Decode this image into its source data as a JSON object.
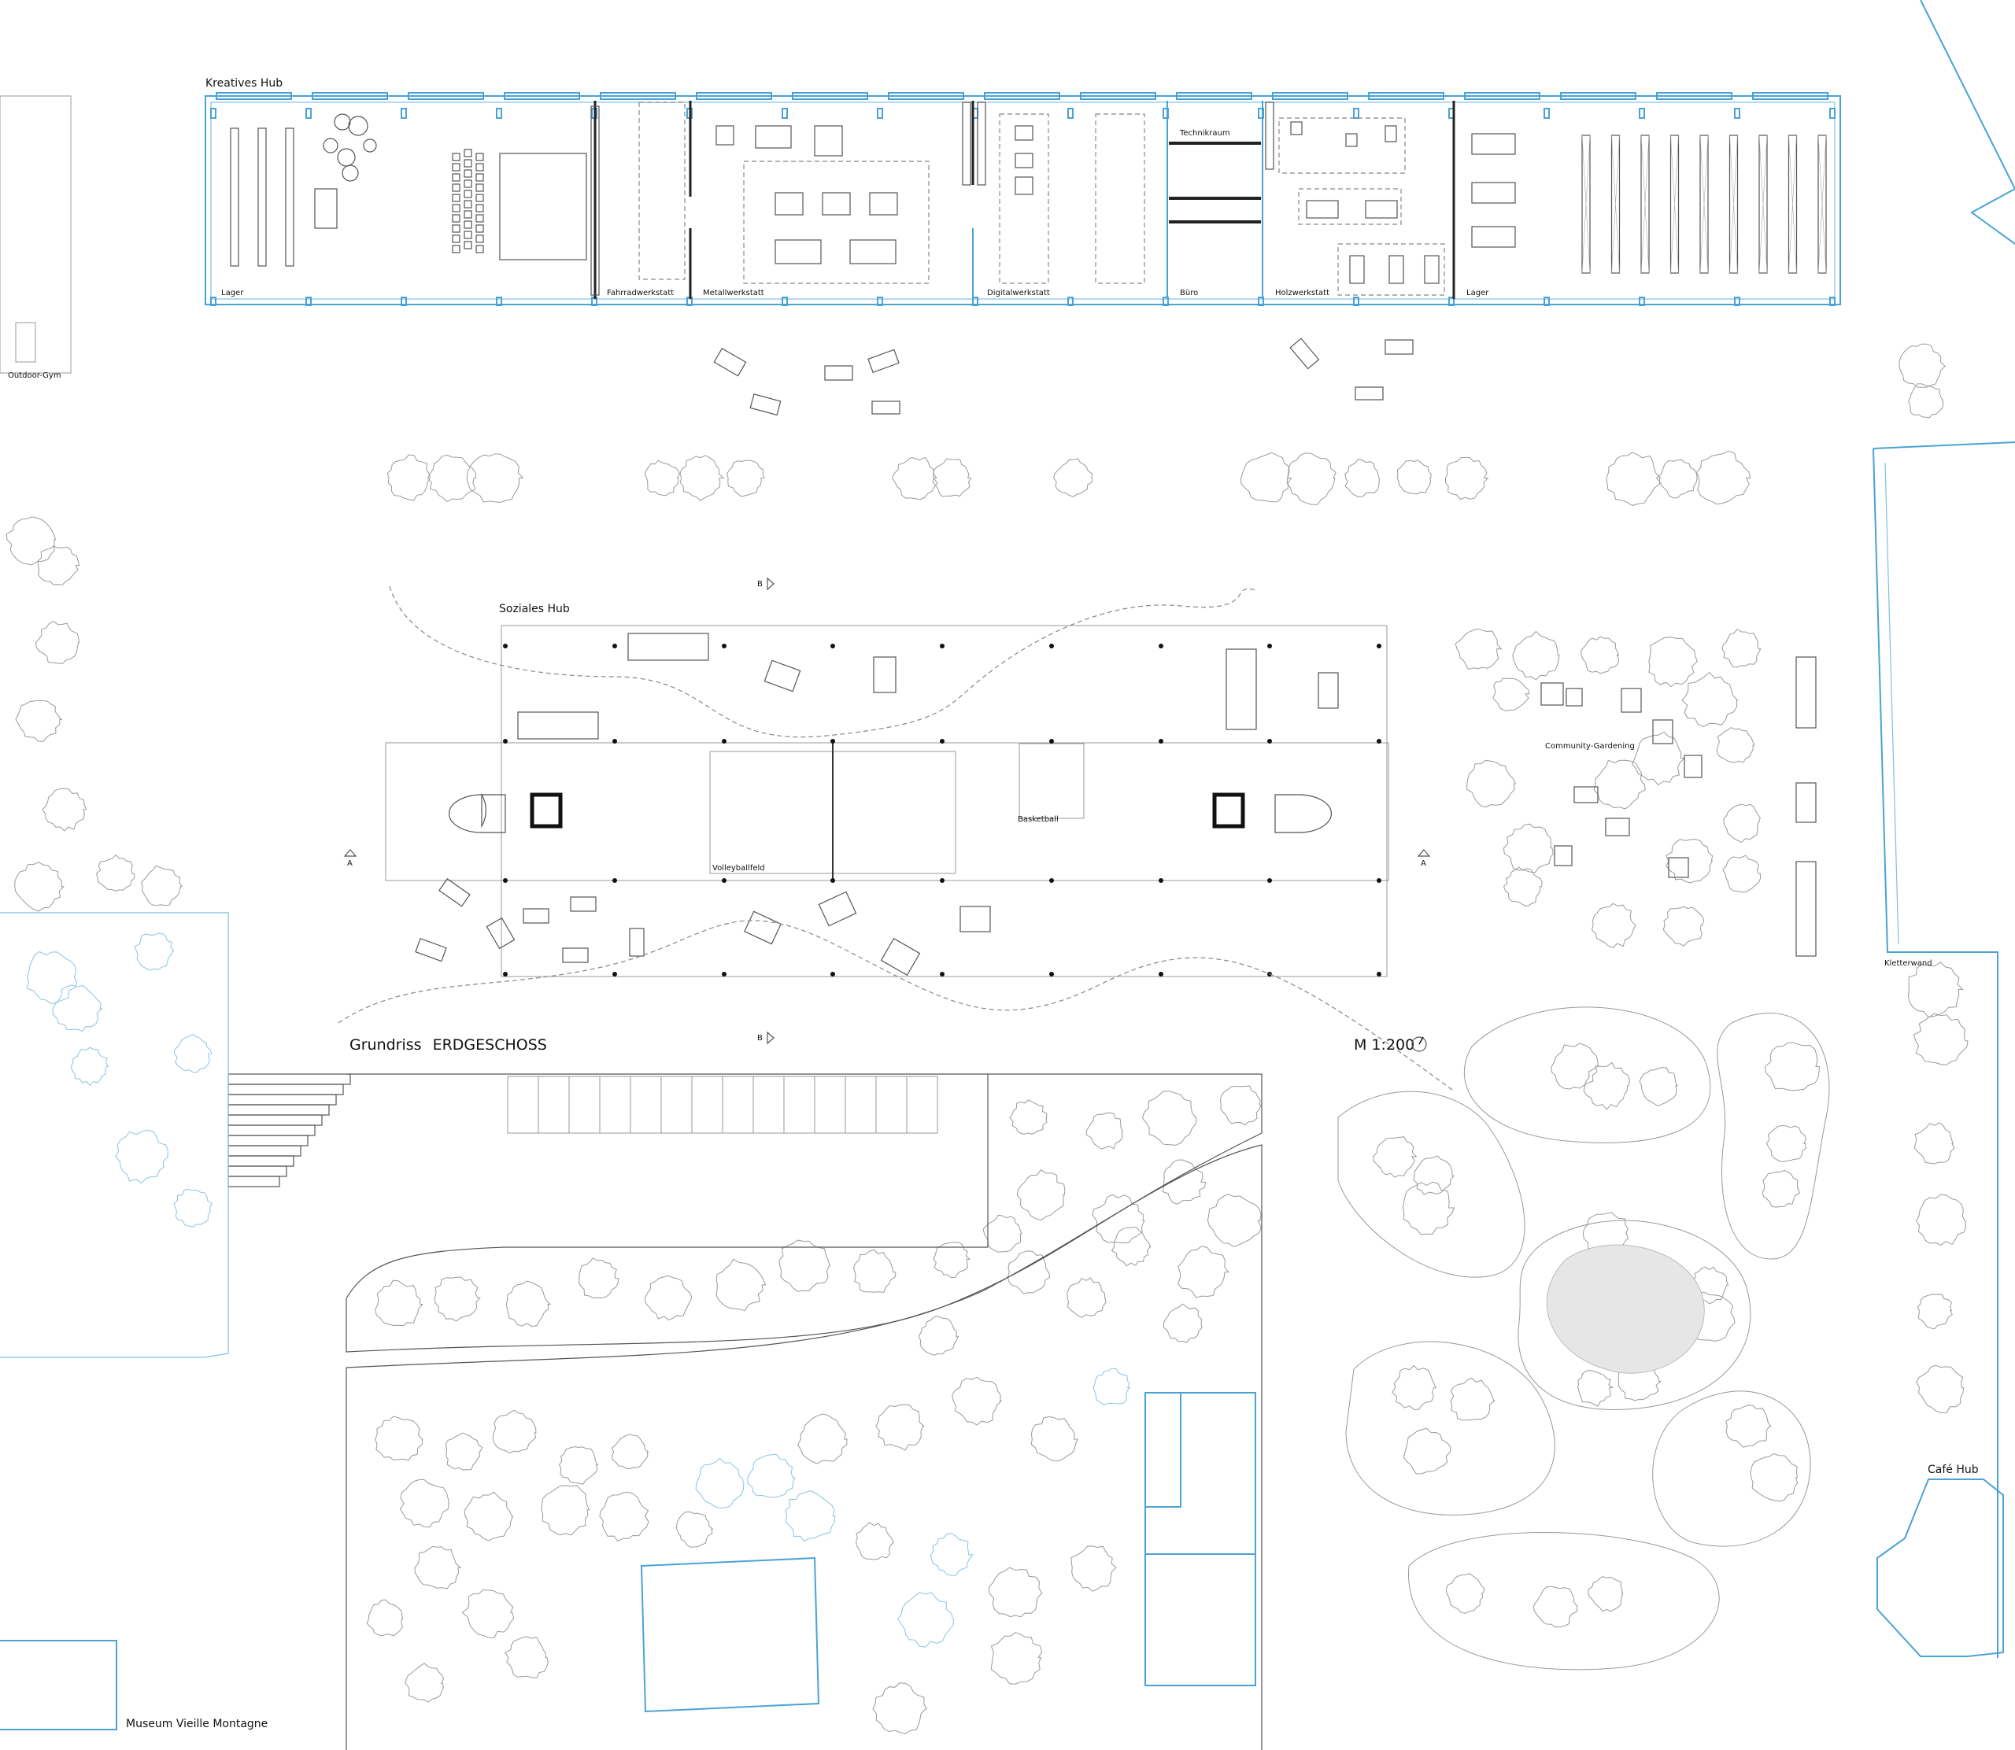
{
  "title": {
    "plan": "Grundriss",
    "level": "ERDGESCHOSS",
    "scale": "M 1:200"
  },
  "kreatives_hub": {
    "name": "Kreatives Hub",
    "rooms": [
      "Lager",
      "Fahrradwerkstatt",
      "Metallwerkstatt",
      "Digitalwerkstatt",
      "Büro",
      "Technikraum",
      "Holzwerkstatt",
      "Lager"
    ]
  },
  "soziales_hub": {
    "name": "Soziales Hub",
    "volleyball": "Volleyballfeld",
    "basketball": "Basketball"
  },
  "outdoor": {
    "gym": "Outdoor-Gym",
    "garden": "Community-Gardening",
    "climbing": "Kletterwand",
    "cafe": "Café Hub",
    "museum": "Museum Vieille Montagne"
  },
  "section_marks": {
    "a": "A",
    "b": "B"
  },
  "colors": {
    "wall_blue": "#4aa3d4",
    "line": "#555555",
    "tree_grey": "#9a9a9a",
    "tree_blue": "#8cc3e0"
  }
}
